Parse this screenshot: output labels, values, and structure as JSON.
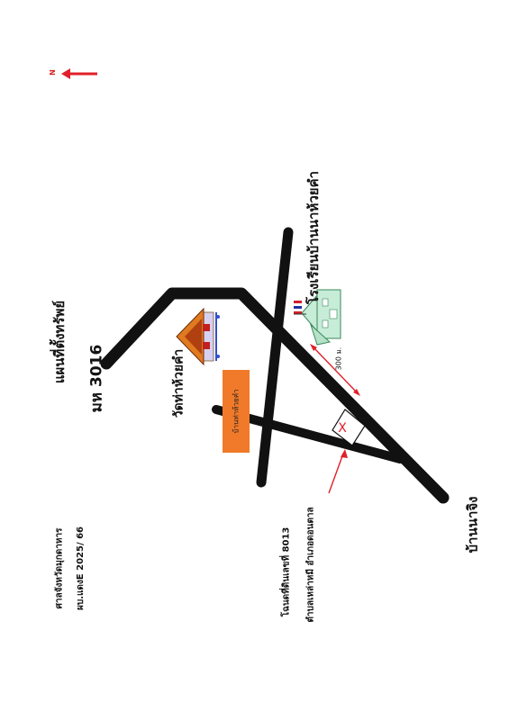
{
  "title": "แผนที่ตั้งทรัพย์",
  "property_code": "มห 3016",
  "north_label": "N",
  "landmarks": {
    "temple": "วัดท่าห้วยคำ",
    "school": "โรงเรียนบ้านนาห้วยคำ",
    "village_small": "บ้านท่าห้วยคำ",
    "village_na_jing": "บ้านนาจิง"
  },
  "distance_label": "300 ม.",
  "court": {
    "line1": "ศาลจังหวัดมุกดาหาร",
    "line2": "ผบ.แดงE 2025/ 66"
  },
  "deed": {
    "line1": "โฉนดที่ดินเลขที่ 8013",
    "line2": "ตำบลเหล่าหมี   อำเภอดอนตาล"
  },
  "marker": "X",
  "colors": {
    "road": "#111111",
    "label_box": "#f07a2a",
    "arrow": "#e0202a",
    "school_building": "#c7ecd8",
    "temple_roof": "#e07a20"
  }
}
